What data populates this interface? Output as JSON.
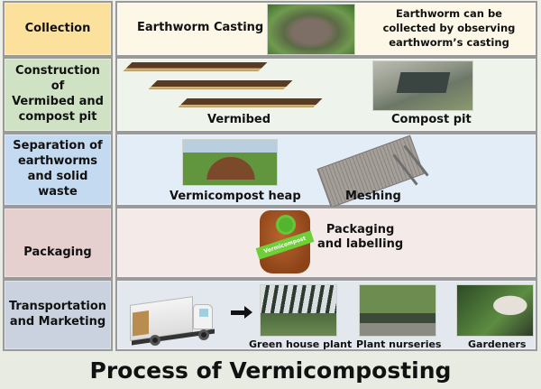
{
  "title": "Process of Vermicomposting",
  "stages": [
    {
      "label": "Collection",
      "items": [
        {
          "caption": "Earthworm Casting",
          "image": "earthworm-casting-photo"
        },
        {
          "caption": "Earthworm can be collected by observing earthworm’s casting"
        }
      ],
      "description_lines": [
        "Earthworm can be",
        "collected by observing",
        "earthworm’s casting"
      ],
      "colors": {
        "label_bg": "#fbe19c",
        "content_bg": "#fcf7e6"
      }
    },
    {
      "label_lines": [
        "Construction of",
        "Vermibed and",
        "compost pit"
      ],
      "items": [
        {
          "caption": "Vermibed",
          "image": "vermibed-illustration"
        },
        {
          "caption": "Compost pit",
          "image": "compost-pit-photo"
        }
      ],
      "colors": {
        "label_bg": "#cfe3c4",
        "content_bg": "#eef3ec"
      }
    },
    {
      "label_lines": [
        "Separation of",
        "earthworms",
        "and solid waste"
      ],
      "items": [
        {
          "caption": "Vermicompost heap",
          "image": "vermicompost-heap-photo"
        },
        {
          "caption": "Meshing",
          "image": "mesh-illustration"
        }
      ],
      "colors": {
        "label_bg": "#c3daf0",
        "content_bg": "#e3edf8"
      }
    },
    {
      "label": "Packaging",
      "items": [
        {
          "caption_lines": [
            "Packaging",
            "and labelling"
          ],
          "image": "compost-bag-illustration",
          "bag_text": "Vermicompost"
        }
      ],
      "colors": {
        "label_bg": "#e6cfcf",
        "content_bg": "#f4ebe9"
      }
    },
    {
      "label_lines": [
        "Transportation",
        "and Marketing"
      ],
      "items": [
        {
          "image": "delivery-truck-illustration"
        },
        {
          "caption": "Green house plant",
          "image": "greenhouse-photo"
        },
        {
          "caption": "Plant nurseries",
          "image": "plant-nursery-photo"
        },
        {
          "caption": "Gardeners",
          "image": "gardener-photo"
        }
      ],
      "colors": {
        "label_bg": "#c9d2de",
        "content_bg": "#e3e8ee"
      }
    }
  ]
}
